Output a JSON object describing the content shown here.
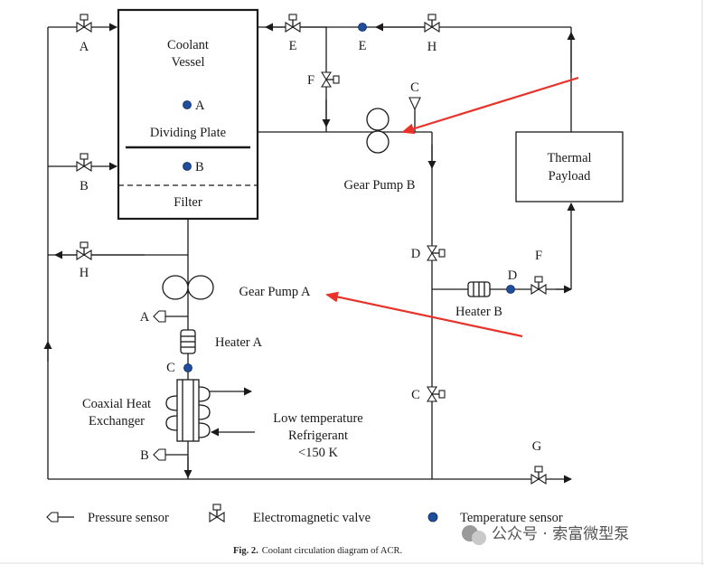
{
  "labels": {
    "coolant_vessel_1": "Coolant",
    "coolant_vessel_2": "Vessel",
    "sensor_a_vessel": "A",
    "dividing_plate": "Dividing Plate",
    "sensor_b_vessel": "B",
    "filter": "Filter",
    "valve_a": "A",
    "valve_b": "B",
    "valve_h_left": "H",
    "valve_e_left": "E",
    "sensor_e": "E",
    "valve_h_top": "H",
    "valve_f_top": "F",
    "pressure_c_top": "C",
    "gear_pump_b": "Gear Pump B",
    "thermal_payload_1": "Thermal",
    "thermal_payload_2": "Payload",
    "valve_d": "D",
    "sensor_d": "D",
    "valve_f_right": "F",
    "heater_b": "Heater B",
    "gear_pump_a": "Gear Pump A",
    "pressure_a": "A",
    "heater_a": "Heater A",
    "sensor_c": "C",
    "coaxial_1": "Coaxial Heat",
    "coaxial_2": "Exchanger",
    "refrig_1": "Low temperature",
    "refrig_2": "Refrigerant",
    "refrig_3": "<150 K",
    "pressure_b": "B",
    "valve_c_right": "C",
    "valve_g": "G"
  },
  "legend": {
    "pressure_sensor": "Pressure sensor",
    "electromagnetic_valve": "Electromagnetic valve",
    "temperature_sensor": "Temperature sensor"
  },
  "caption": {
    "prefix": "Fig. 2.",
    "text": "Coolant circulation diagram of ACR."
  },
  "watermark": "公众号 · 索富微型泵",
  "colors": {
    "sensor": "#1f4e9c",
    "annotation_arrow": "#e8322a"
  }
}
